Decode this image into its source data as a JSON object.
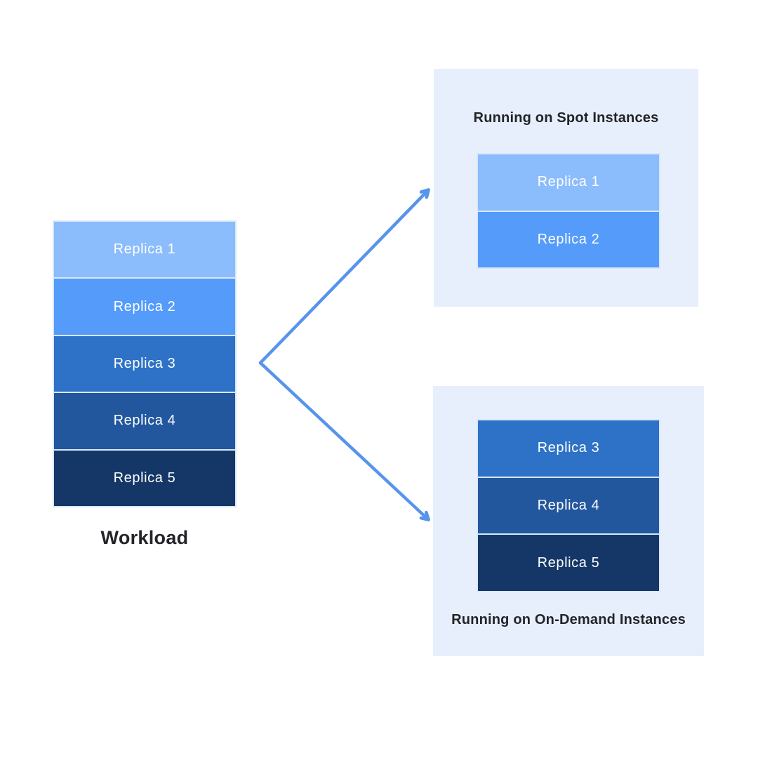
{
  "workload": {
    "label": "Workload",
    "replicas": [
      {
        "label": "Replica 1",
        "color": "#8bbcfc"
      },
      {
        "label": "Replica 2",
        "color": "#549bfa"
      },
      {
        "label": "Replica 3",
        "color": "#2d72c6"
      },
      {
        "label": "Replica 4",
        "color": "#22579e"
      },
      {
        "label": "Replica 5",
        "color": "#143767"
      }
    ]
  },
  "spot_panel": {
    "title": "Running on Spot Instances",
    "replicas": [
      {
        "label": "Replica 1",
        "color": "#8bbcfc"
      },
      {
        "label": "Replica 2",
        "color": "#549bfa"
      }
    ]
  },
  "ondemand_panel": {
    "title": "Running on On-Demand Instances",
    "replicas": [
      {
        "label": "Replica 3",
        "color": "#2d72c6"
      },
      {
        "label": "Replica 4",
        "color": "#22579e"
      },
      {
        "label": "Replica 5",
        "color": "#143767"
      }
    ]
  },
  "icons": {
    "split_arrow_up": "arrow-up-right-icon",
    "split_arrow_down": "arrow-down-right-icon"
  },
  "colors": {
    "panel_bg": "#e7effc",
    "arrow": "#5794ec",
    "title_text": "#232428",
    "replica_text": "#ffffff",
    "separator": "#d9e7fb"
  }
}
